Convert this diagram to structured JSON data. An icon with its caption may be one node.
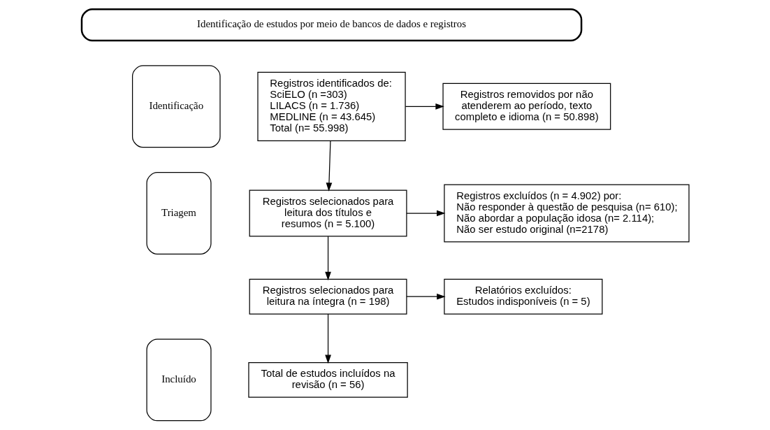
{
  "diagram": {
    "nodes": [
      {
        "text": [
          "Identificação de estudos por meio de bancos de dados e registros"
        ]
      },
      {
        "text": [
          "Identificação"
        ]
      },
      {
        "text": [
          "Registros identificados de:",
          "SciELO (n =303)",
          "LILACS (n = 1.736)",
          "MEDLINE (n = 43.645)",
          "Total (n= 55.998)"
        ]
      },
      {
        "text": [
          "Registros removidos por não atenderem ao período, texto completo e idioma (n = 50.898)"
        ]
      },
      {
        "text": [
          "Triagem"
        ]
      },
      {
        "text": [
          "Registros selecionados para leitura dos títulos e resumos (n = 5.100)"
        ]
      },
      {
        "text": [
          "Registros excluídos (n = 4.902) por:",
          "Não responder à questão de pesquisa (n= 610);",
          "Não abordar a população idosa (n= 2.114);",
          "Não ser estudo original (n=2178)"
        ]
      },
      {
        "text": [
          "Registros selecionados para leitura na íntegra (n = 198)"
        ]
      },
      {
        "text": [
          "Relatórios excluídos:",
          "Estudos indisponíveis (n = 5)"
        ]
      },
      {
        "text": [
          "Incluído"
        ]
      },
      {
        "text": [
          "Total de estudos incluídos na revisão (n = 56)"
        ]
      }
    ],
    "edges": [
      {
        "from": 2,
        "to": 3,
        "arrow": "to"
      },
      {
        "from": 2,
        "to": 5,
        "arrow": "to"
      },
      {
        "from": 5,
        "to": 6,
        "arrow": "to"
      },
      {
        "from": 5,
        "to": 7,
        "arrow": "to"
      },
      {
        "from": 7,
        "to": 8,
        "arrow": "to"
      },
      {
        "from": 7,
        "to": 10,
        "arrow": "to"
      }
    ]
  }
}
